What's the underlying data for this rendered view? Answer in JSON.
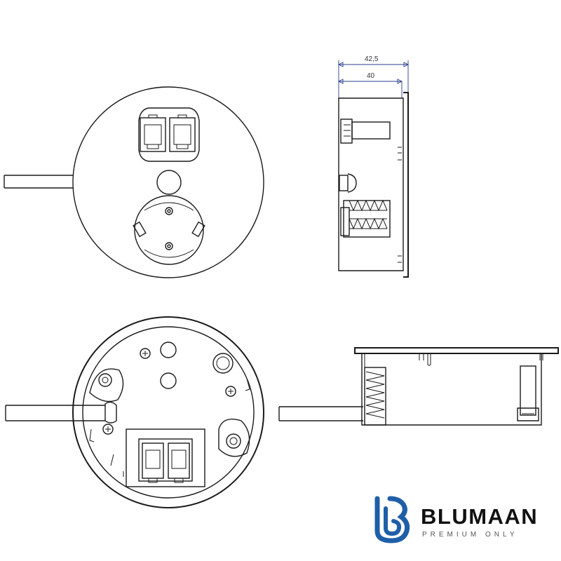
{
  "dimensions": {
    "outer_width": "42,5",
    "inner_width": "40"
  },
  "brand": {
    "name": "BLUMAAN",
    "tagline": "PREMIUM ONLY",
    "color": "#1f5fa8"
  },
  "colors": {
    "line": "#1a1a1a",
    "dimension": "#2a3f8f"
  }
}
